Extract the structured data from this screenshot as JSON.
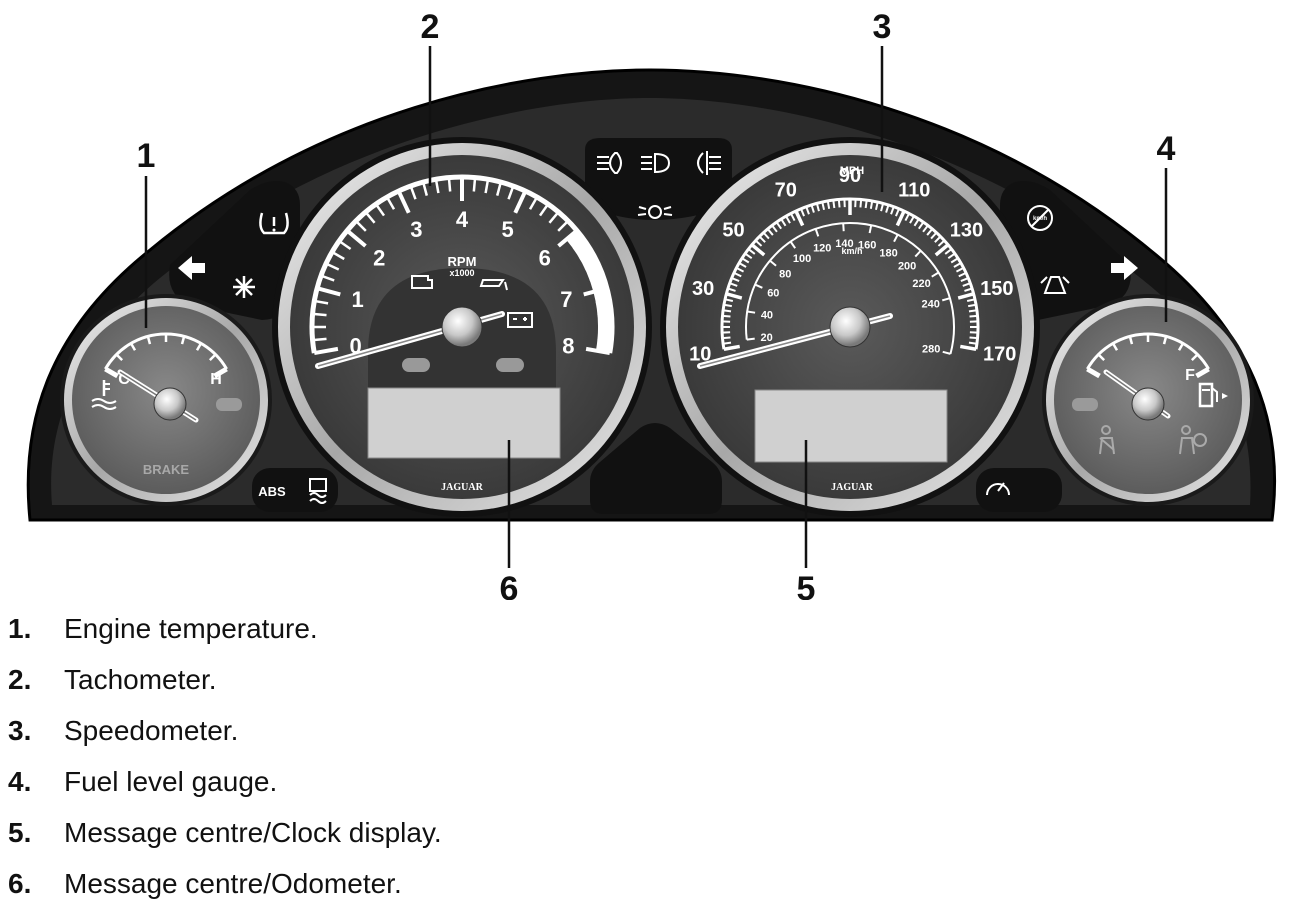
{
  "callouts": [
    "1",
    "2",
    "3",
    "4",
    "5",
    "6"
  ],
  "gauges": {
    "temperature": {
      "cold": "C",
      "hot": "H",
      "warning": "BRAKE"
    },
    "tachometer": {
      "unit": "RPM",
      "multiplier": "x1000",
      "scale": [
        "0",
        "1",
        "2",
        "3",
        "4",
        "5",
        "6",
        "7",
        "8"
      ]
    },
    "speedometer": {
      "unit_outer": "MPH",
      "unit_inner": "km/h",
      "mph_scale": [
        "10",
        "30",
        "50",
        "70",
        "90",
        "110",
        "130",
        "150",
        "170"
      ],
      "kmh_scale": [
        "20",
        "40",
        "60",
        "80",
        "100",
        "120",
        "140",
        "160",
        "180",
        "200",
        "220",
        "240",
        "280"
      ]
    },
    "fuel": {
      "full": "F"
    },
    "brand": "JAGUAR"
  },
  "warning_lights": {
    "abs": "ABS",
    "speed_limit": "km/h"
  },
  "legend": [
    {
      "num": "1.",
      "text": "Engine temperature."
    },
    {
      "num": "2.",
      "text": "Tachometer."
    },
    {
      "num": "3.",
      "text": "Speedometer."
    },
    {
      "num": "4.",
      "text": "Fuel level gauge."
    },
    {
      "num": "5.",
      "text": "Message centre/Clock display."
    },
    {
      "num": "6.",
      "text": "Message centre/Odometer."
    }
  ]
}
